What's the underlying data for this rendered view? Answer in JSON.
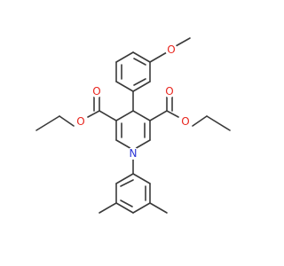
{
  "molecule": {
    "colors": {
      "bond": "#3a3a3a",
      "oxygen": "#e8251e",
      "nitrogen": "#2b35d6",
      "background": "#ffffff"
    },
    "atoms": {
      "methoxy_oxygen": {
        "label": "O",
        "element": "oxygen"
      },
      "ester_left_carbonyl_oxygen": {
        "label": "O",
        "element": "oxygen"
      },
      "ester_left_ether_oxygen": {
        "label": "O",
        "element": "oxygen"
      },
      "ester_right_carbonyl_oxygen": {
        "label": "O",
        "element": "oxygen"
      },
      "ester_right_ether_oxygen": {
        "label": "O",
        "element": "oxygen"
      },
      "ring_nitrogen": {
        "label": "N",
        "element": "nitrogen"
      }
    }
  }
}
